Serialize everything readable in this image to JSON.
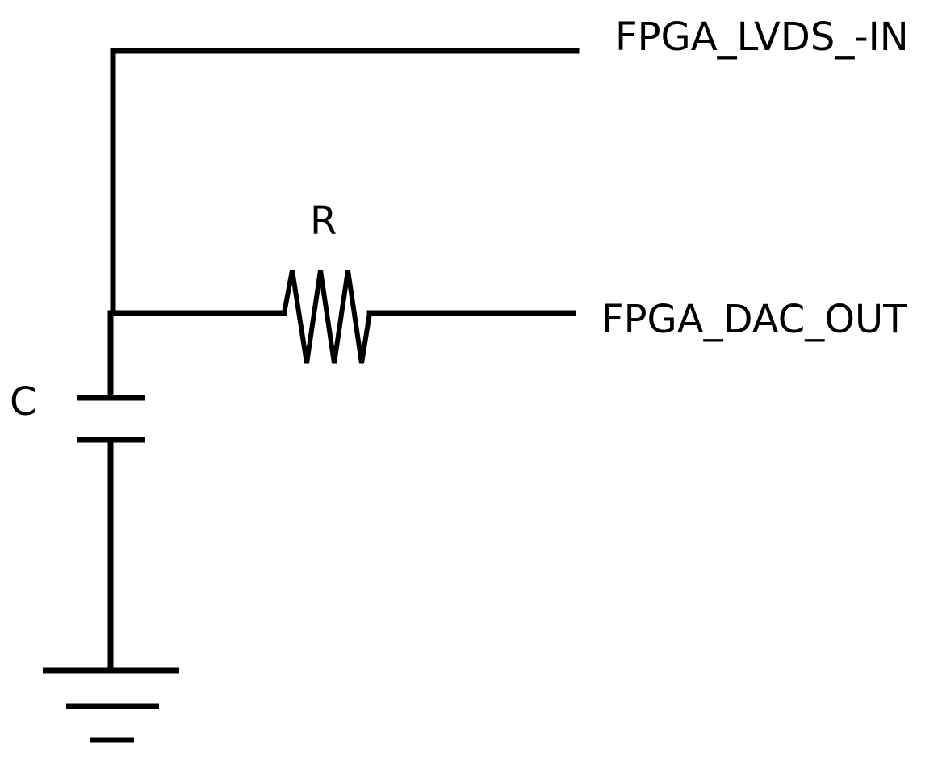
{
  "labels": {
    "top_net": "FPGA_LVDS_-IN",
    "bottom_net": "FPGA_DAC_OUT",
    "resistor": "R",
    "capacitor": "C"
  },
  "colors": {
    "background": "#ffffff",
    "stroke": "#000000"
  }
}
